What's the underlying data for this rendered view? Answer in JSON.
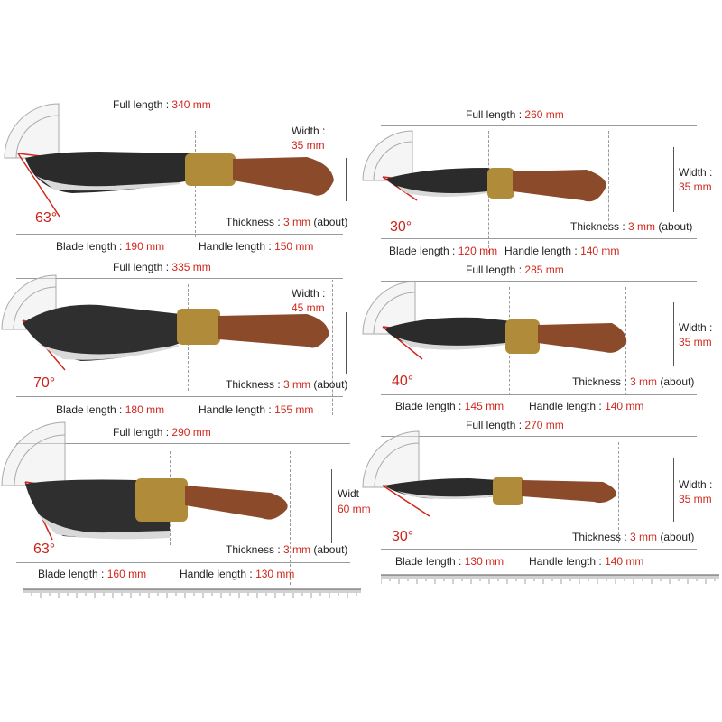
{
  "labels": {
    "full_length": "Full length :",
    "blade_length": "Blade length :",
    "handle_length": "Handle length :",
    "thickness": "Thickness :",
    "width": "Width :",
    "about": "(about)"
  },
  "colors": {
    "accent_red": "#d0281e",
    "blade_dark": "#2a2a2a",
    "blade_edge": "#d9d9d9",
    "handle_wood": "#8b4a2a",
    "bolster_brass": "#b08c3a"
  },
  "knives": [
    {
      "full": "340 mm",
      "blade": "190 mm",
      "handle": "150 mm",
      "width": "35 mm",
      "thickness": "3 mm",
      "angle": "63°"
    },
    {
      "full": "260 mm",
      "blade": "120 mm",
      "handle": "140 mm",
      "width": "35 mm",
      "thickness": "3 mm",
      "angle": "30°"
    },
    {
      "full": "335 mm",
      "blade": "180 mm",
      "handle": "155 mm",
      "width": "45 mm",
      "thickness": "3 mm",
      "angle": "70°"
    },
    {
      "full": "285 mm",
      "blade": "145 mm",
      "handle": "140 mm",
      "width": "35 mm",
      "thickness": "3 mm",
      "angle": "40°"
    },
    {
      "full": "290 mm",
      "blade": "160 mm",
      "handle": "130 mm",
      "width": "60 mm",
      "thickness": "3 mm",
      "angle": "63°",
      "width_label_cut": "Widt"
    },
    {
      "full": "270 mm",
      "blade": "130 mm",
      "handle": "140 mm",
      "width": "35 mm",
      "thickness": "3 mm",
      "angle": "30°"
    }
  ]
}
